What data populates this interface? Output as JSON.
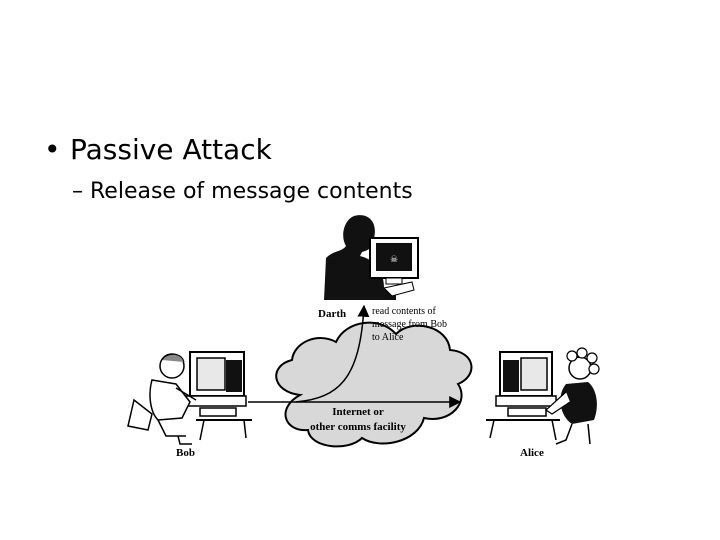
{
  "slide": {
    "bullet": "Passive Attack",
    "sub_bullet_dash": "–",
    "sub_bullet": "Release of message contents"
  },
  "diagram": {
    "darth_label": "Darth",
    "annotation_lines": [
      "read contents of",
      "message from Bob",
      "to Alice"
    ],
    "cloud_lines": [
      "Internet or",
      "other comms facility"
    ],
    "bob_label": "Bob",
    "alice_label": "Alice"
  }
}
